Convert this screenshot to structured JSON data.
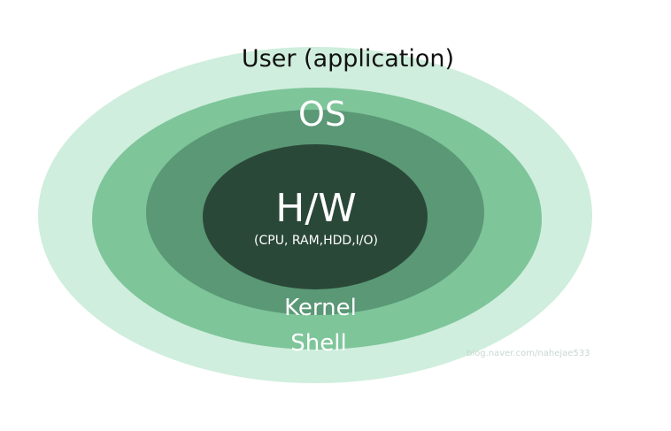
{
  "layers": {
    "user": {
      "label": "User (application)",
      "color": "#cfeedd"
    },
    "os": {
      "label": "OS",
      "color": "#7ec59a"
    },
    "kernel": {
      "label": "Kernel",
      "color": "#5a9876"
    },
    "shell_label": "Shell",
    "hardware": {
      "label": "H/W",
      "sublabel": "(CPU, RAM,HDD,I/O)",
      "color": "#2a4838"
    }
  },
  "watermark": "blog.naver.com/nahejae533"
}
